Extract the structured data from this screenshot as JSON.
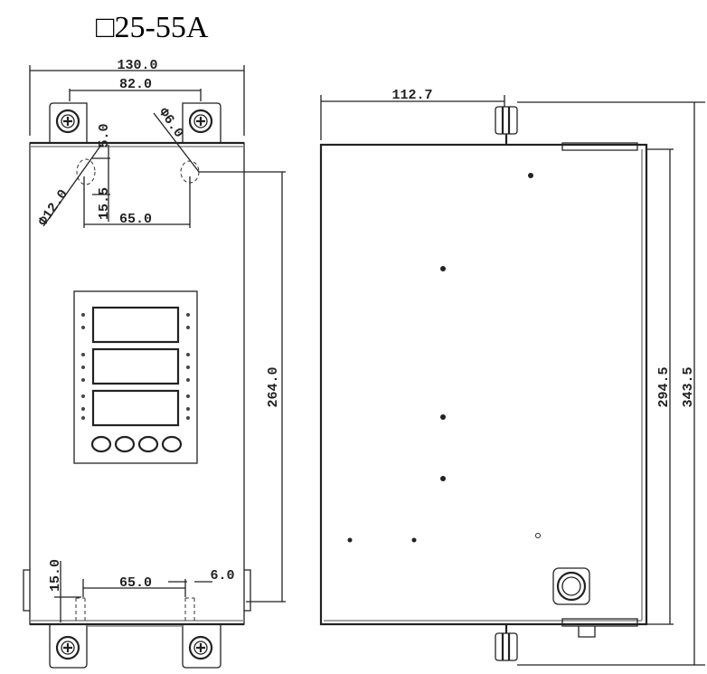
{
  "title": "□25-55A",
  "front_view": {
    "width_overall": "130.0",
    "mount_spacing_top": "82.0",
    "slot_offset_top": "5.0",
    "hole_small_dia": "Φ6.0",
    "hole_large_dia": "Φ12.0",
    "slot_depth": "15.5",
    "hole_spacing_top": "65.0",
    "hole_to_hole_height": "264.0",
    "bottom_offset": "15.0",
    "hole_spacing_bottom": "65.0",
    "slot_width": "6.0"
  },
  "side_view": {
    "depth": "112.7",
    "body_height": "294.5",
    "overall_height": "343.5"
  }
}
